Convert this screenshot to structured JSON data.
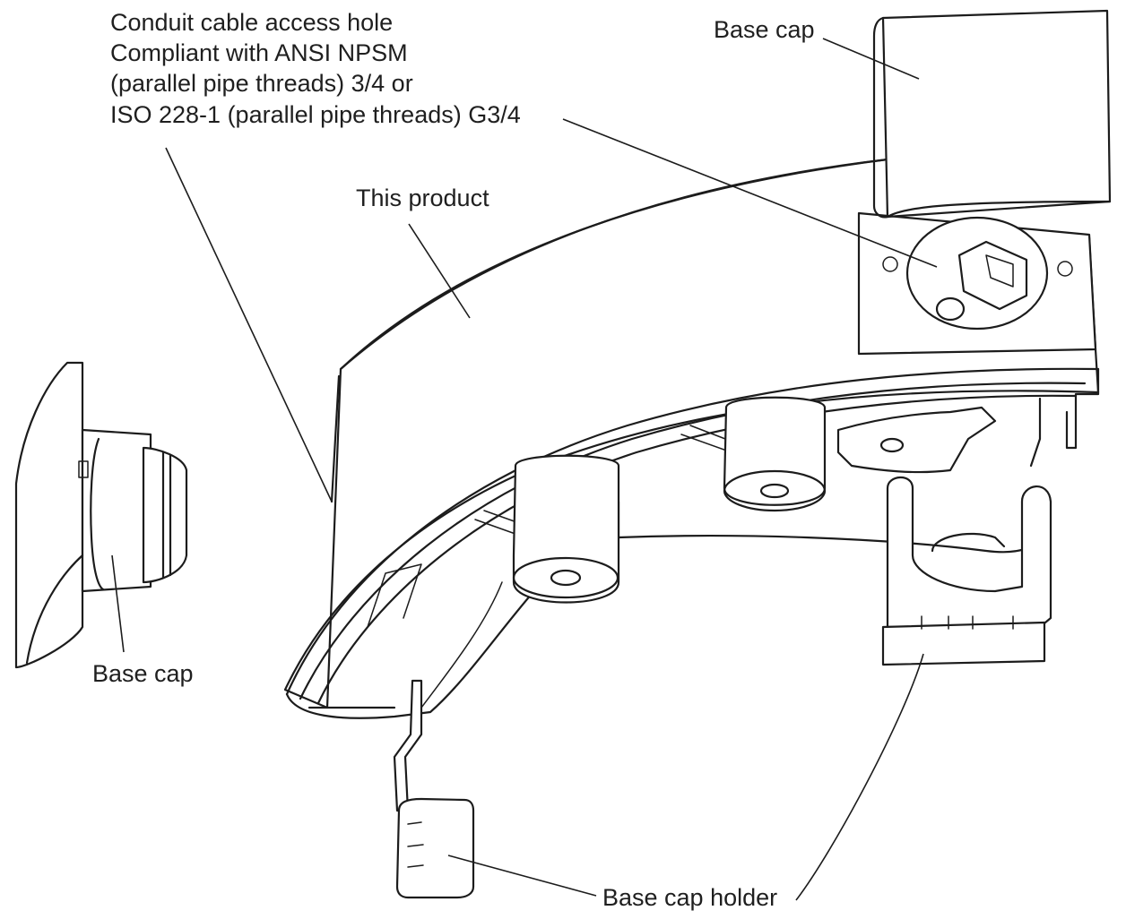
{
  "labels": {
    "conduit": [
      "Conduit cable access hole",
      "Compliant with ANSI NPSM",
      "(parallel pipe threads) 3/4 or",
      "ISO 228-1 (parallel pipe threads) G3/4"
    ],
    "base_cap_top": "Base cap",
    "this_product": "This product",
    "base_cap_left": "Base cap",
    "base_cap_holder": "Base cap holder"
  }
}
